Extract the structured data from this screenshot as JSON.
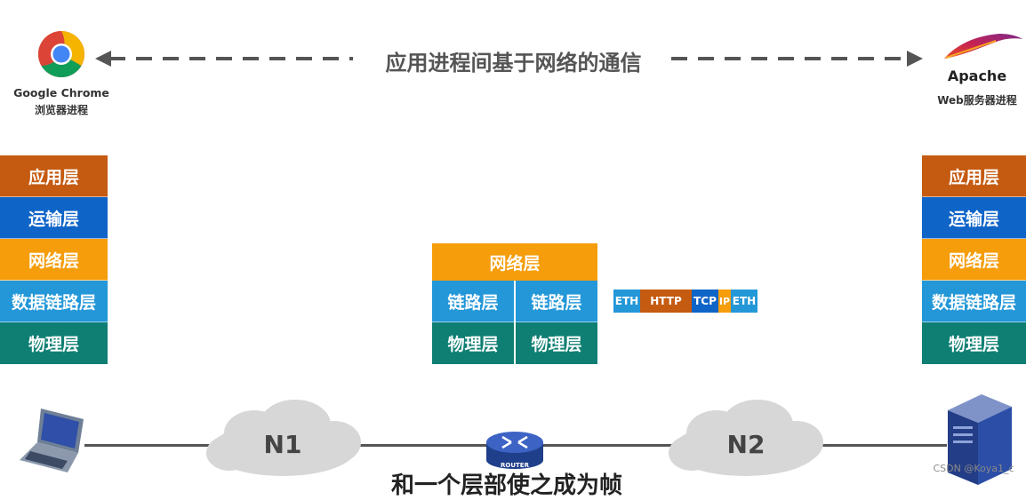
{
  "top": {
    "banner": "应用进程间基于网络的通信",
    "left_app_name": "Google Chrome",
    "left_app_desc": "浏览器进程",
    "right_app_name": "Apache",
    "right_app_desc": "Web服务器进程"
  },
  "left_stack": [
    "应用层",
    "运输层",
    "网络层",
    "数据链路层",
    "物理层"
  ],
  "right_stack": [
    "应用层",
    "运输层",
    "网络层",
    "数据链路层",
    "物理层"
  ],
  "router_stack": {
    "network": "网络层",
    "link_left": "链路层",
    "link_right": "链路层",
    "phy_left": "物理层",
    "phy_right": "物理层"
  },
  "packet": [
    "ETH",
    "HTTP",
    "TCP",
    "IP",
    "ETH"
  ],
  "network": {
    "n1": "N1",
    "n2": "N2",
    "router_label": "ROUTER"
  },
  "subtitle": "和一个层部使之成为帧",
  "watermark": "CSDN @Koya1_c",
  "colors": {
    "application": "#c55a11",
    "transport": "#0f64c8",
    "network": "#f59d0b",
    "datalink": "#2397d8",
    "physical": "#0f7f73"
  }
}
